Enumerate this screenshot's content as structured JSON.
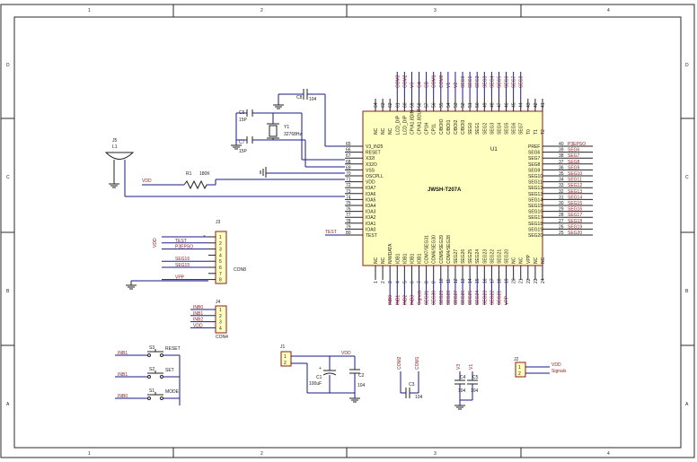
{
  "border": {
    "columns": [
      "1",
      "2",
      "3",
      "4"
    ],
    "rows": [
      "D",
      "C",
      "B",
      "A"
    ]
  },
  "u1": {
    "ref": "U1",
    "part": "JWSH-T207A",
    "top_pins": [
      "COM3",
      "COM2",
      "V3",
      "CA",
      "CB",
      "COM1",
      "COM0",
      "V1",
      "V2",
      "SEG0",
      "SEG1",
      "SEG2",
      "SEG3",
      "SEG4",
      "SEG5",
      "SEG6",
      "SEG7",
      "SEG8"
    ],
    "top_nums": [
      "64",
      "63",
      "62",
      "61",
      "60",
      "59",
      "58",
      "57",
      "56",
      "55",
      "54",
      "53",
      "52",
      "51",
      "50",
      "49",
      "48",
      "47",
      "46",
      "45",
      "44",
      "43",
      "42",
      "41"
    ],
    "top_inner": [
      "NC",
      "NC",
      "NC",
      "LCD_DIP",
      "LCD_DIP",
      "CP/A1.8DIN",
      "CP/A1.8OUT",
      "CP1H",
      "CP1L",
      "C/BOIO",
      "C/BOI1",
      "C/BOI2",
      "C/BOI3",
      "SEG0",
      "SEG1",
      "SEG2",
      "SEG3",
      "SEG4",
      "SEG5",
      "SEG6",
      "SEG7",
      "T0",
      "T1",
      "T2"
    ],
    "left_nums": [
      "65",
      "66",
      "67",
      "68",
      "69",
      "70",
      "71",
      "72",
      "73",
      "74",
      "75",
      "76",
      "77",
      "78",
      "79",
      "80"
    ],
    "left_names": [
      "V3_IN25",
      "RESET",
      "X32I",
      "X32O",
      "VSS",
      "OSCPLL",
      "VDD",
      "IOA7",
      "IOA6",
      "IOA5",
      "IOA4",
      "IOA3",
      "IOA2",
      "IOA1",
      "IOA0",
      "TEST"
    ],
    "right_nums": [
      "40",
      "39",
      "38",
      "37",
      "36",
      "35",
      "34",
      "33",
      "32",
      "31",
      "30",
      "29",
      "28",
      "27",
      "26",
      "25"
    ],
    "right_names": [
      "PREF",
      "SEG6",
      "SEG7",
      "SEG8",
      "SEG9",
      "SEG10",
      "SEG11",
      "SEG12",
      "SEG13",
      "SEG14",
      "SEG15",
      "SEG16",
      "SEG17",
      "SEG18",
      "SEG19",
      "SEG20"
    ],
    "right_nets": [
      "P3EPSO",
      "SEG6",
      "SEG7",
      "SEG8",
      "SEG9",
      "SEG10",
      "SEG11",
      "SEG12",
      "SEG13",
      "SEG14",
      "SEG15",
      "SEG16",
      "SEG17",
      "SEG18",
      "SEG19",
      "SEG20"
    ],
    "bottom_inner": [
      "NC",
      "NC",
      "N/WDATA",
      "IOB1",
      "IOB1",
      "IOB1",
      "IOB1",
      "COM7/SEG31",
      "COM6/SEG30",
      "COM5/SEG29",
      "COM4/SEG28",
      "SEG27",
      "SEG26",
      "SEG25",
      "SEG24",
      "SEG23",
      "SEG22",
      "SEG21",
      "SEG20",
      "NC",
      "NC",
      "VPP",
      "NC",
      "NC"
    ],
    "bottom_nets": [
      "INB0",
      "INB1",
      "INB2",
      "INB3",
      "Signals",
      "SEG31",
      "SEG30",
      "SEG29",
      "SEG28",
      "SEG27",
      "SEG26",
      "SEG25",
      "SEG24",
      "SEG23",
      "SEG22",
      "SEG21",
      "VPP"
    ],
    "bottom_nums": [
      "1",
      "2",
      "3",
      "4",
      "5",
      "6",
      "7",
      "8",
      "9",
      "10",
      "11",
      "12",
      "13",
      "14",
      "15",
      "16",
      "17",
      "18",
      "19",
      "20",
      "21",
      "22",
      "23",
      "24"
    ]
  },
  "osc": {
    "y1_ref": "Y1",
    "y1_val": "32768Hz",
    "c6_ref": "C6",
    "c6_val": "15P",
    "c7_ref": "C7",
    "c7_val": "15P",
    "c8_ref": "C8",
    "c8_val": "104"
  },
  "j5": {
    "ref": "J5",
    "val": "L1"
  },
  "r1": {
    "ref": "R1",
    "val": "180K",
    "net": "VDD"
  },
  "j3": {
    "ref": "J3",
    "name": "CON8",
    "nets": [
      "VDD",
      "TEST",
      "P3EPSO",
      "",
      "SEG16",
      "SEG15",
      "",
      "VPP"
    ],
    "pins": [
      "1",
      "2",
      "3",
      "4",
      "5",
      "6",
      "7",
      "8"
    ]
  },
  "j4": {
    "ref": "J4",
    "name": "CON4",
    "nets": [
      "INB0",
      "INB1",
      "INB2",
      "VDD"
    ],
    "pins": [
      "1",
      "2",
      "3",
      "4"
    ]
  },
  "switches": [
    {
      "net": "INB1",
      "ref": "S3",
      "label": "RESET"
    },
    {
      "net": "INB1",
      "ref": "S2",
      "label": "SET"
    },
    {
      "net": "INB0",
      "ref": "S1",
      "label": "MODE"
    }
  ],
  "power": {
    "j1_ref": "J1",
    "vdd": "VDD",
    "c1_ref": "C1",
    "c1_val": "100uF",
    "c2_ref": "C2",
    "c2_val": "104"
  },
  "c3": {
    "ref": "C3",
    "val": "104",
    "nets": [
      "COM2",
      "COM1"
    ]
  },
  "c4": {
    "ref": "C4",
    "val": "104",
    "nets": [
      "V3",
      "V1"
    ]
  },
  "c5": {
    "ref": "C5",
    "val": "104"
  },
  "j2": {
    "ref": "J2",
    "nets": [
      "VDD",
      "Signals"
    ]
  }
}
